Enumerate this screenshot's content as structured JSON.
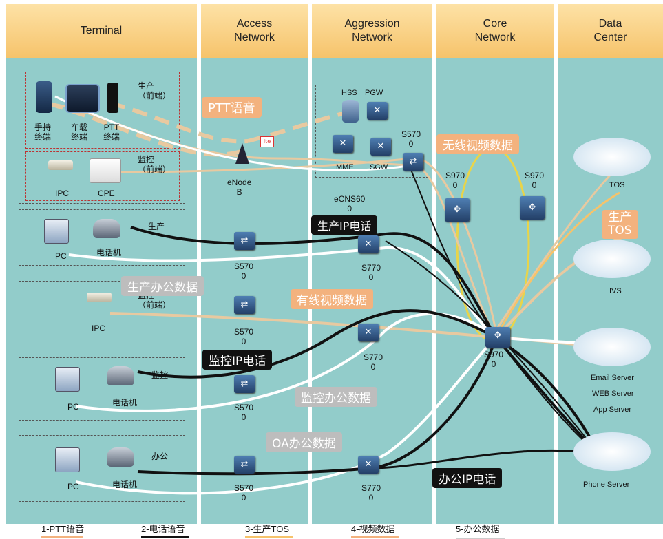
{
  "columns": [
    {
      "id": "terminal",
      "title": "Terminal"
    },
    {
      "id": "access",
      "title": "Access Network"
    },
    {
      "id": "aggression",
      "title": "Aggression Network"
    },
    {
      "id": "core",
      "title": "Core Network"
    },
    {
      "id": "datacenter",
      "title": "Data Center"
    }
  ],
  "terminal": {
    "handheld": "手持\n终端",
    "vehicle": "车载\n终端",
    "ptt": "PTT\n终端",
    "production_front": "生产\n（前端）",
    "monitor_front": "监控\n（前端）",
    "ipc": "IPC",
    "cpe": "CPE",
    "pc": "PC",
    "phone": "电话机",
    "production": "生产",
    "monitor": "监控",
    "office": "办公"
  },
  "access": {
    "enodeb": "eNode\nB",
    "s570": "S570\n0"
  },
  "aggression": {
    "hss": "HSS",
    "pgw": "PGW",
    "mme": "MME",
    "sgw": "SGW",
    "ecns": "eCNS60\n0",
    "s5700": "S570\n0",
    "s7700": "S770\n0"
  },
  "core": {
    "s9700": "S970\n0"
  },
  "datacenter": {
    "tos": "TOS",
    "ivs": "IVS",
    "email": "Email Server",
    "web": "WEB Server",
    "app": "App Server",
    "phone_server": "Phone Server"
  },
  "tags": {
    "ptt": "PTT语音",
    "wireless_video": "无线视频数据",
    "production_tos": "生产\nTOS",
    "production_ip_phone": "生产IP电话",
    "production_office": "生产办公数据",
    "wired_video": "有线视频数据",
    "monitor_ip_phone": "监控IP电话",
    "monitor_office": "监控办公数据",
    "oa_office": "OA办公数据",
    "office_ip_phone": "办公IP电话"
  },
  "legend": [
    {
      "label": "1-PTT语音",
      "color": "#f3b27e"
    },
    {
      "label": "2-电话语音",
      "color": "#111111"
    },
    {
      "label": "3-生产TOS",
      "color": "#f6c36b"
    },
    {
      "label": "4-视频数据",
      "color": "#f3b27e"
    },
    {
      "label": "5-办公数据",
      "color": "#ffffff"
    }
  ],
  "colors": {
    "column_bg": "#92ccca",
    "header_bg": "#f6c36b",
    "tan_line": "#e8c9a0",
    "black_line": "#111111",
    "white_line": "#ffffff",
    "yellow_ring": "#e8d44a"
  }
}
